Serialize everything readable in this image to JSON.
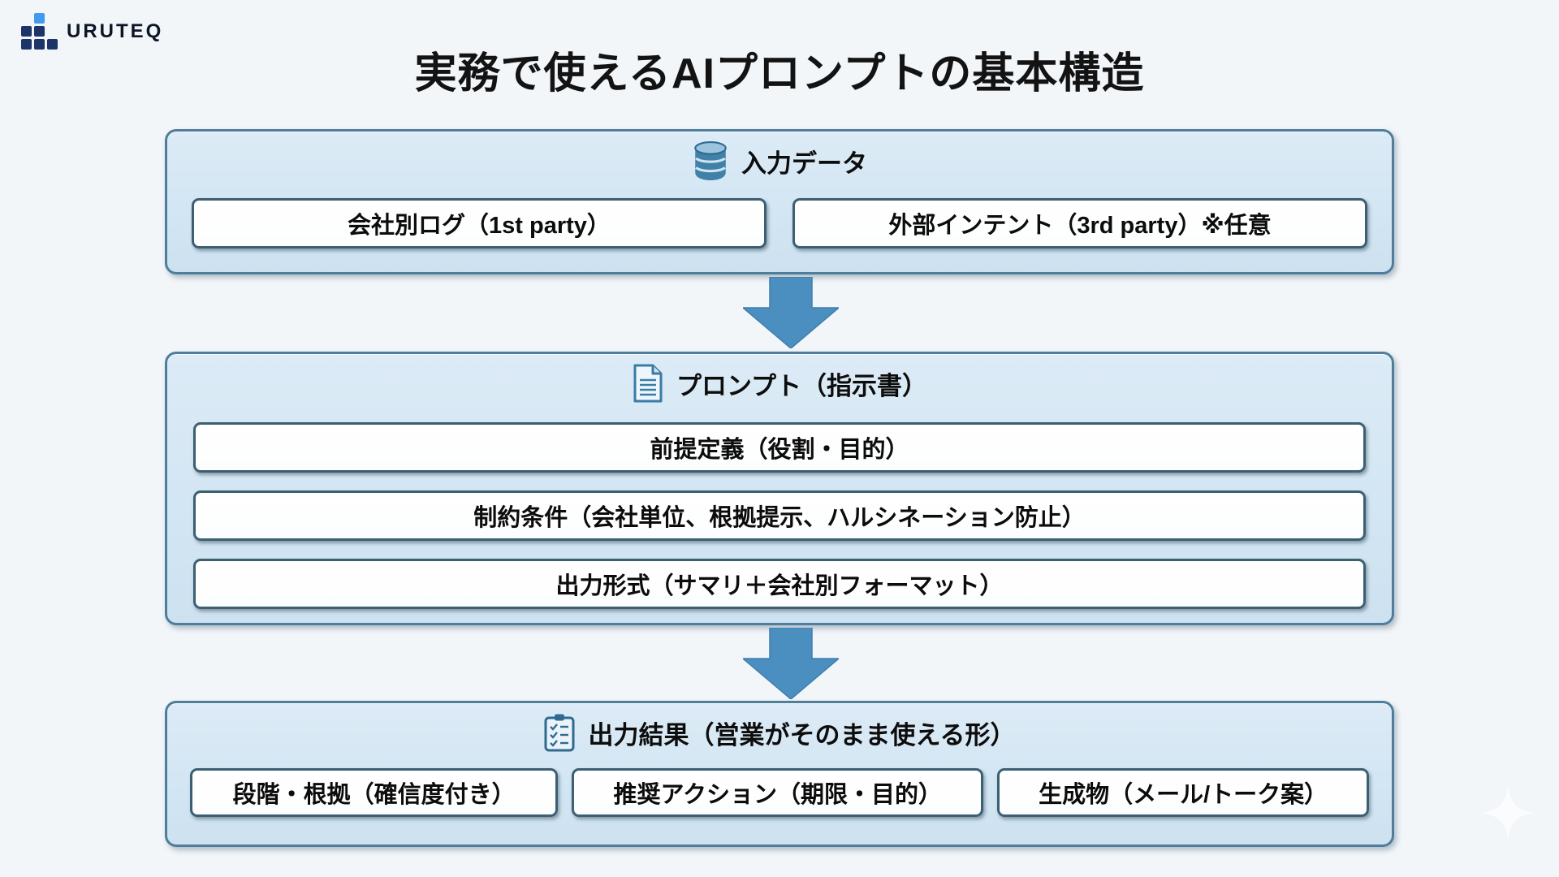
{
  "brand": {
    "logo_text": "URUTEQ",
    "logo_icon": "bar-chart-squares-icon"
  },
  "page": {
    "title": "実務で使えるAIプロンプトの基本構造",
    "watermark_icon": "sparkle-icon"
  },
  "flow": {
    "connector_icon": "down-arrow-icon",
    "sections": [
      {
        "id": "input",
        "icon": "database-icon",
        "header": "入力データ",
        "items": [
          "会社別ログ（1st party）",
          "外部インテント（3rd party）※任意"
        ]
      },
      {
        "id": "prompt",
        "icon": "document-icon",
        "header": "プロンプト（指示書）",
        "items": [
          "前提定義（役割・目的）",
          "制約条件（会社単位、根拠提示、ハルシネーション防止）",
          "出力形式（サマリ＋会社別フォーマット）"
        ]
      },
      {
        "id": "output",
        "icon": "clipboard-icon",
        "header": "出力結果（営業がそのまま使える形）",
        "items": [
          "段階・根拠（確信度付き）",
          "推奨アクション（期限・目的）",
          "生成物（メール/トーク案）"
        ]
      }
    ]
  },
  "colors": {
    "background": "#f2f6f9",
    "section_fill": "#d5e7f4",
    "section_border": "#4e7e9c",
    "item_fill": "#ffffff",
    "item_border": "#3c5f72",
    "arrow": "#4b8fc1",
    "icon_blue": "#3a7ca5",
    "title_text": "#131313",
    "logo_dark": "#1c3467",
    "logo_light": "#3f9bf0"
  }
}
